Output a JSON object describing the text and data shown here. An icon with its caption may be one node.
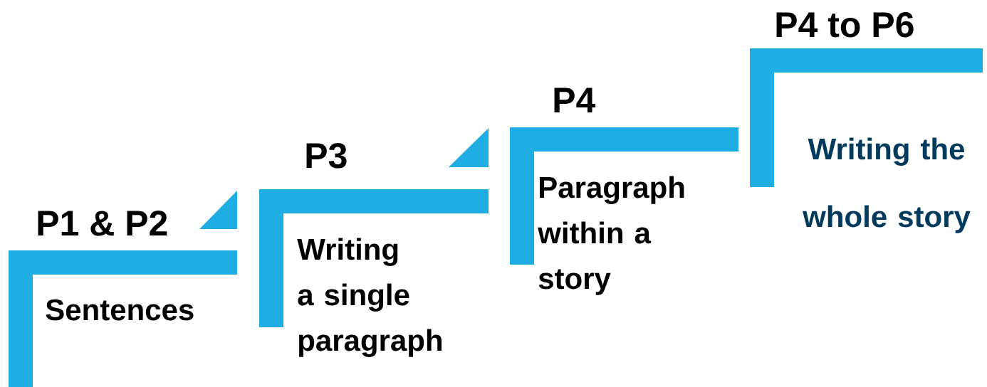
{
  "diagram": {
    "nodes": [
      {
        "text": [
          "P1 & P2",
          "Sentences"
        ]
      },
      {
        "text": [
          "P3",
          "Writing a single paragraph"
        ]
      },
      {
        "text": [
          "P4",
          "Paragraph within a story"
        ]
      },
      {
        "text": [
          "P4 to P6",
          "Writing the whole story"
        ]
      }
    ]
  }
}
